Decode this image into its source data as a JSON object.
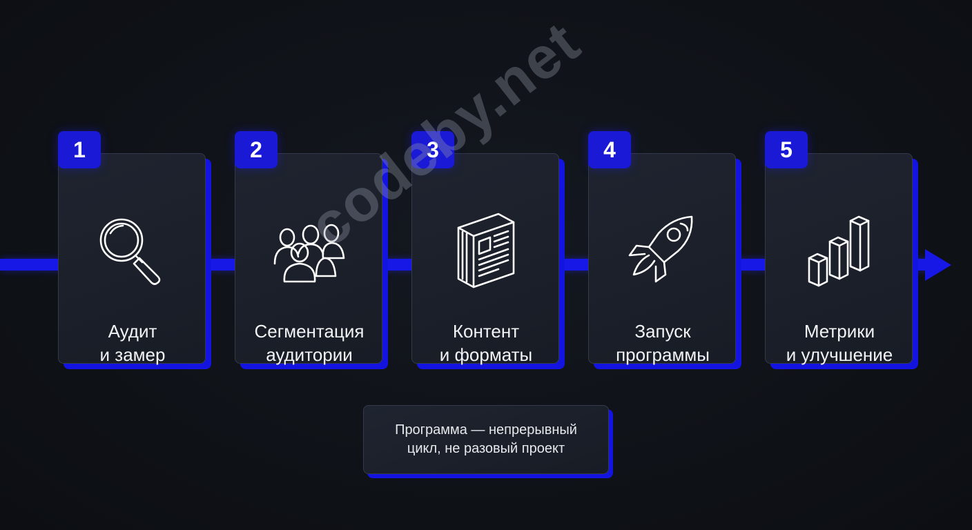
{
  "steps": [
    {
      "number": "1",
      "line1": "Аудит",
      "line2": "и замер",
      "icon": "magnifier-icon"
    },
    {
      "number": "2",
      "line1": "Сегментация",
      "line2": "аудитории",
      "icon": "people-group-icon"
    },
    {
      "number": "3",
      "line1": "Контент",
      "line2": "и форматы",
      "icon": "document-icon"
    },
    {
      "number": "4",
      "line1": "Запуск",
      "line2": "программы",
      "icon": "rocket-icon"
    },
    {
      "number": "5",
      "line1": "Метрики",
      "line2": "и улучшение",
      "icon": "bar-chart-icon"
    }
  ],
  "note": {
    "line1": "Программа — непрерывный",
    "line2": "цикл, не разовый проект"
  },
  "watermark": "codeby.net",
  "colors": {
    "background": "#0f1218",
    "accent": "#1818e6",
    "card": "#1c2029",
    "text": "#f2f3f5"
  }
}
